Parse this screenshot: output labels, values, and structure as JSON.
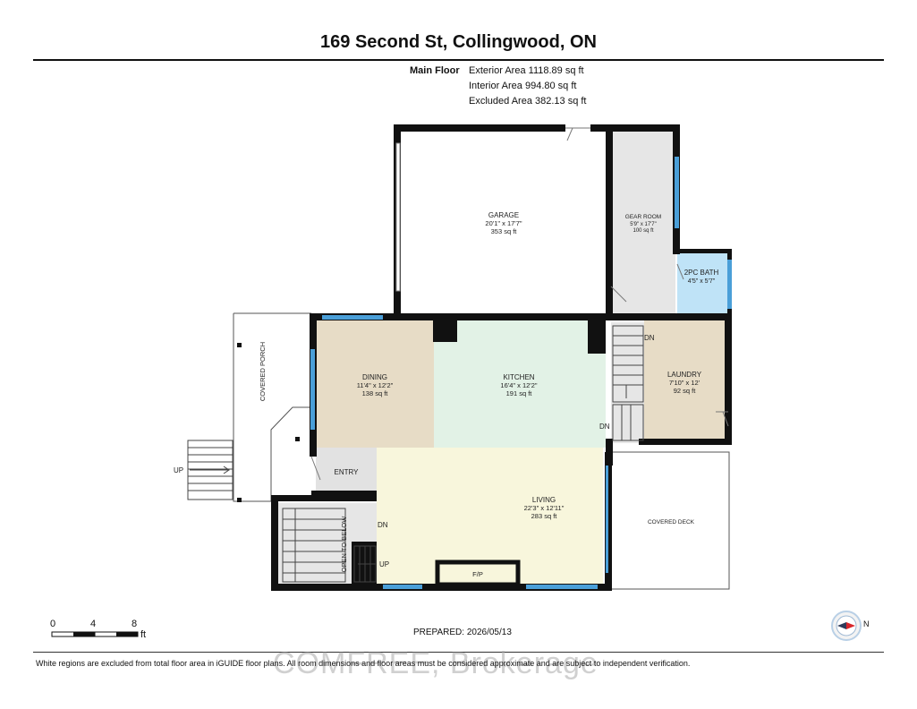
{
  "title": "169 Second St, Collingwood, ON",
  "floor": {
    "name": "Main Floor",
    "exterior_area": "Exterior Area 1118.89 sq ft",
    "interior_area": "Interior Area 994.80 sq ft",
    "excluded_area": "Excluded Area 382.13 sq ft"
  },
  "rooms": {
    "garage": {
      "name": "GARAGE",
      "dims": "20'1\" x 17'7\"",
      "area": "353 sq ft"
    },
    "gear_room": {
      "name": "GEAR ROOM",
      "dims": "5'9\" x 17'7\"",
      "area": "100 sq ft"
    },
    "bath": {
      "name": "2PC BATH",
      "dims": "4'5\" x 5'7\""
    },
    "dining": {
      "name": "DINING",
      "dims": "11'4\" x 12'2\"",
      "area": "138 sq ft"
    },
    "kitchen": {
      "name": "KITCHEN",
      "dims": "16'4\" x 12'2\"",
      "area": "191 sq ft"
    },
    "laundry": {
      "name": "LAUNDRY",
      "dims": "7'10\" x 12'",
      "area": "92 sq ft"
    },
    "living": {
      "name": "LIVING",
      "dims": "22'3\" x 12'11\"",
      "area": "283 sq ft"
    },
    "entry": {
      "name": "ENTRY"
    },
    "covered_porch": {
      "name": "COVERED PORCH"
    },
    "covered_deck": {
      "name": "COVERED DECK"
    },
    "open_to_below": {
      "name": "OPEN TO BELOW"
    },
    "fireplace": {
      "name": "F/P"
    }
  },
  "stair_labels": {
    "up_porch": "UP",
    "dn_laundry_top": "DN",
    "dn_laundry": "DN",
    "dn_entry": "DN",
    "up_entry": "UP"
  },
  "scale": {
    "labels": [
      "0",
      "4",
      "8"
    ],
    "unit": "ft"
  },
  "prepared": "PREPARED: 2026/05/13",
  "compass": {
    "label": "N"
  },
  "disclaimer": "White regions are excluded from total floor area in iGUIDE floor plans. All room dimensions and floor areas must be considered approximate and are subject to independent verification.",
  "watermark": "COMFREE, Brokerage",
  "colors": {
    "wall": "#111111",
    "window": "#4a9fd8",
    "garage": "#ffffff",
    "gear_room": "#e6e6e6",
    "bath": "#bfe3f7",
    "dining": "#e7dcc6",
    "kitchen": "#e2f2e6",
    "laundry": "#e7dcc6",
    "living": "#f8f6dc",
    "entry": "#e2e2e2",
    "stairs": "#e6e6e6"
  }
}
